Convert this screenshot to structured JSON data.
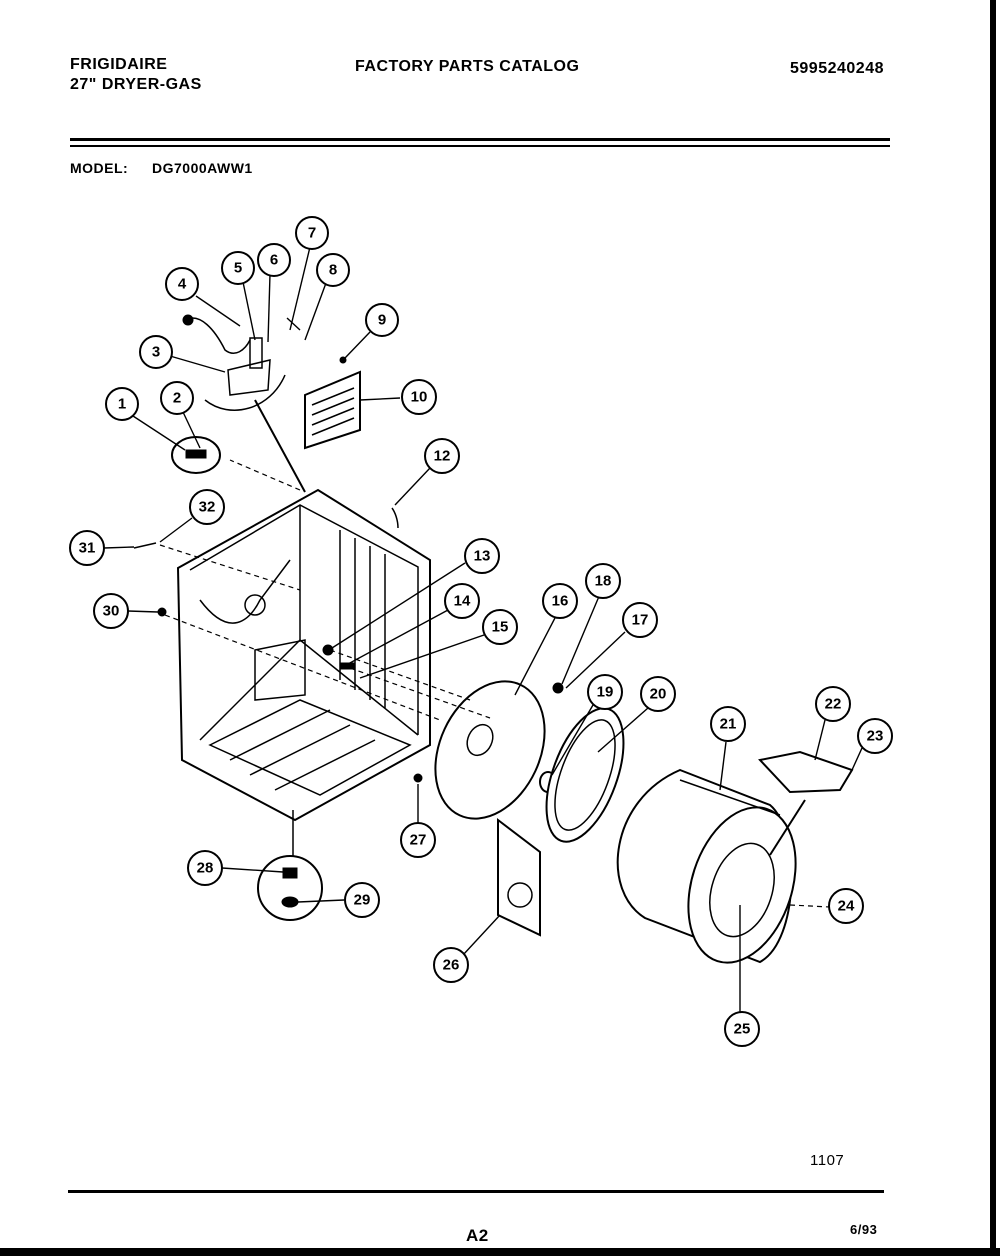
{
  "header": {
    "brand": "FRIGIDAIRE",
    "product": "27\" DRYER-GAS",
    "title": "FACTORY PARTS CATALOG",
    "catalog_number": "5995240248"
  },
  "model": {
    "label": "MODEL:",
    "value": "DG7000AWW1"
  },
  "callouts": [
    "1",
    "2",
    "3",
    "4",
    "5",
    "6",
    "7",
    "8",
    "9",
    "10",
    "12",
    "13",
    "14",
    "15",
    "16",
    "17",
    "18",
    "19",
    "20",
    "21",
    "22",
    "23",
    "24",
    "25",
    "26",
    "27",
    "28",
    "29",
    "30",
    "31",
    "32"
  ],
  "footer": {
    "figure_number": "1107",
    "page_code": "A2",
    "date": "6/93"
  }
}
